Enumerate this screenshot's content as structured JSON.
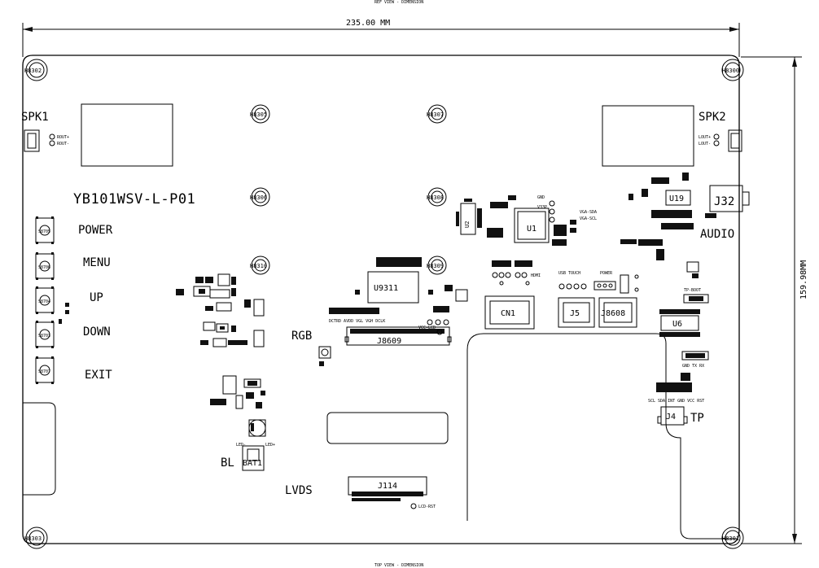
{
  "dimensions": {
    "width_label": "235.00 MM",
    "height_label": "159.98MM"
  },
  "header_faint": "REF VIEW - DIMENSION",
  "footer_faint": "TOP VIEW - DIMENSION",
  "board_title": "YB101WSV-L-P01",
  "mount_holes": [
    "H8302",
    "H8300",
    "H8303",
    "H8301",
    "H8305",
    "H8307",
    "H8306",
    "H8308",
    "H8310",
    "H8309"
  ],
  "speakers": {
    "left": "SPK1",
    "right": "SPK2"
  },
  "buttons": [
    {
      "ref": "S8705",
      "label": "POWER"
    },
    {
      "ref": "S8706",
      "label": "MENU"
    },
    {
      "ref": "S8704",
      "label": "UP"
    },
    {
      "ref": "S8703",
      "label": "DOWN"
    },
    {
      "ref": "S8707",
      "label": "EXIT"
    }
  ],
  "section_labels": {
    "rgb": "RGB",
    "lvds": "LVDS",
    "bl": "BL",
    "audio": "AUDIO",
    "tp": "TP"
  },
  "components": {
    "u9311": "U9311",
    "j8609": "J8609",
    "j114": "J114",
    "bat1": "BAT1",
    "u1": "U1",
    "u2": "U2",
    "cn1": "CN1",
    "j5": "J5",
    "j8608": "J8608",
    "u19": "U19",
    "j32": "J32",
    "u6": "U6",
    "j4": "J4"
  },
  "pin_labels": {
    "gnd": "GND",
    "v33p": "V33P",
    "vga_sda": "VGA-SDA",
    "vga_scl": "VGA-SCL",
    "hdmi": "HDMI",
    "usb_touch": "USB TOUCH",
    "power": "POWER",
    "tp_boot": "TP-BOOT",
    "gnd_tx_rx": "GND TX RX",
    "tp_pins": "SCL SDA INT GND VCC RST",
    "led_minus": "LED-",
    "led_plus": "LED+",
    "lcd_rst": "LCD-RST",
    "vcc_lcd": "VCC-LCD"
  }
}
